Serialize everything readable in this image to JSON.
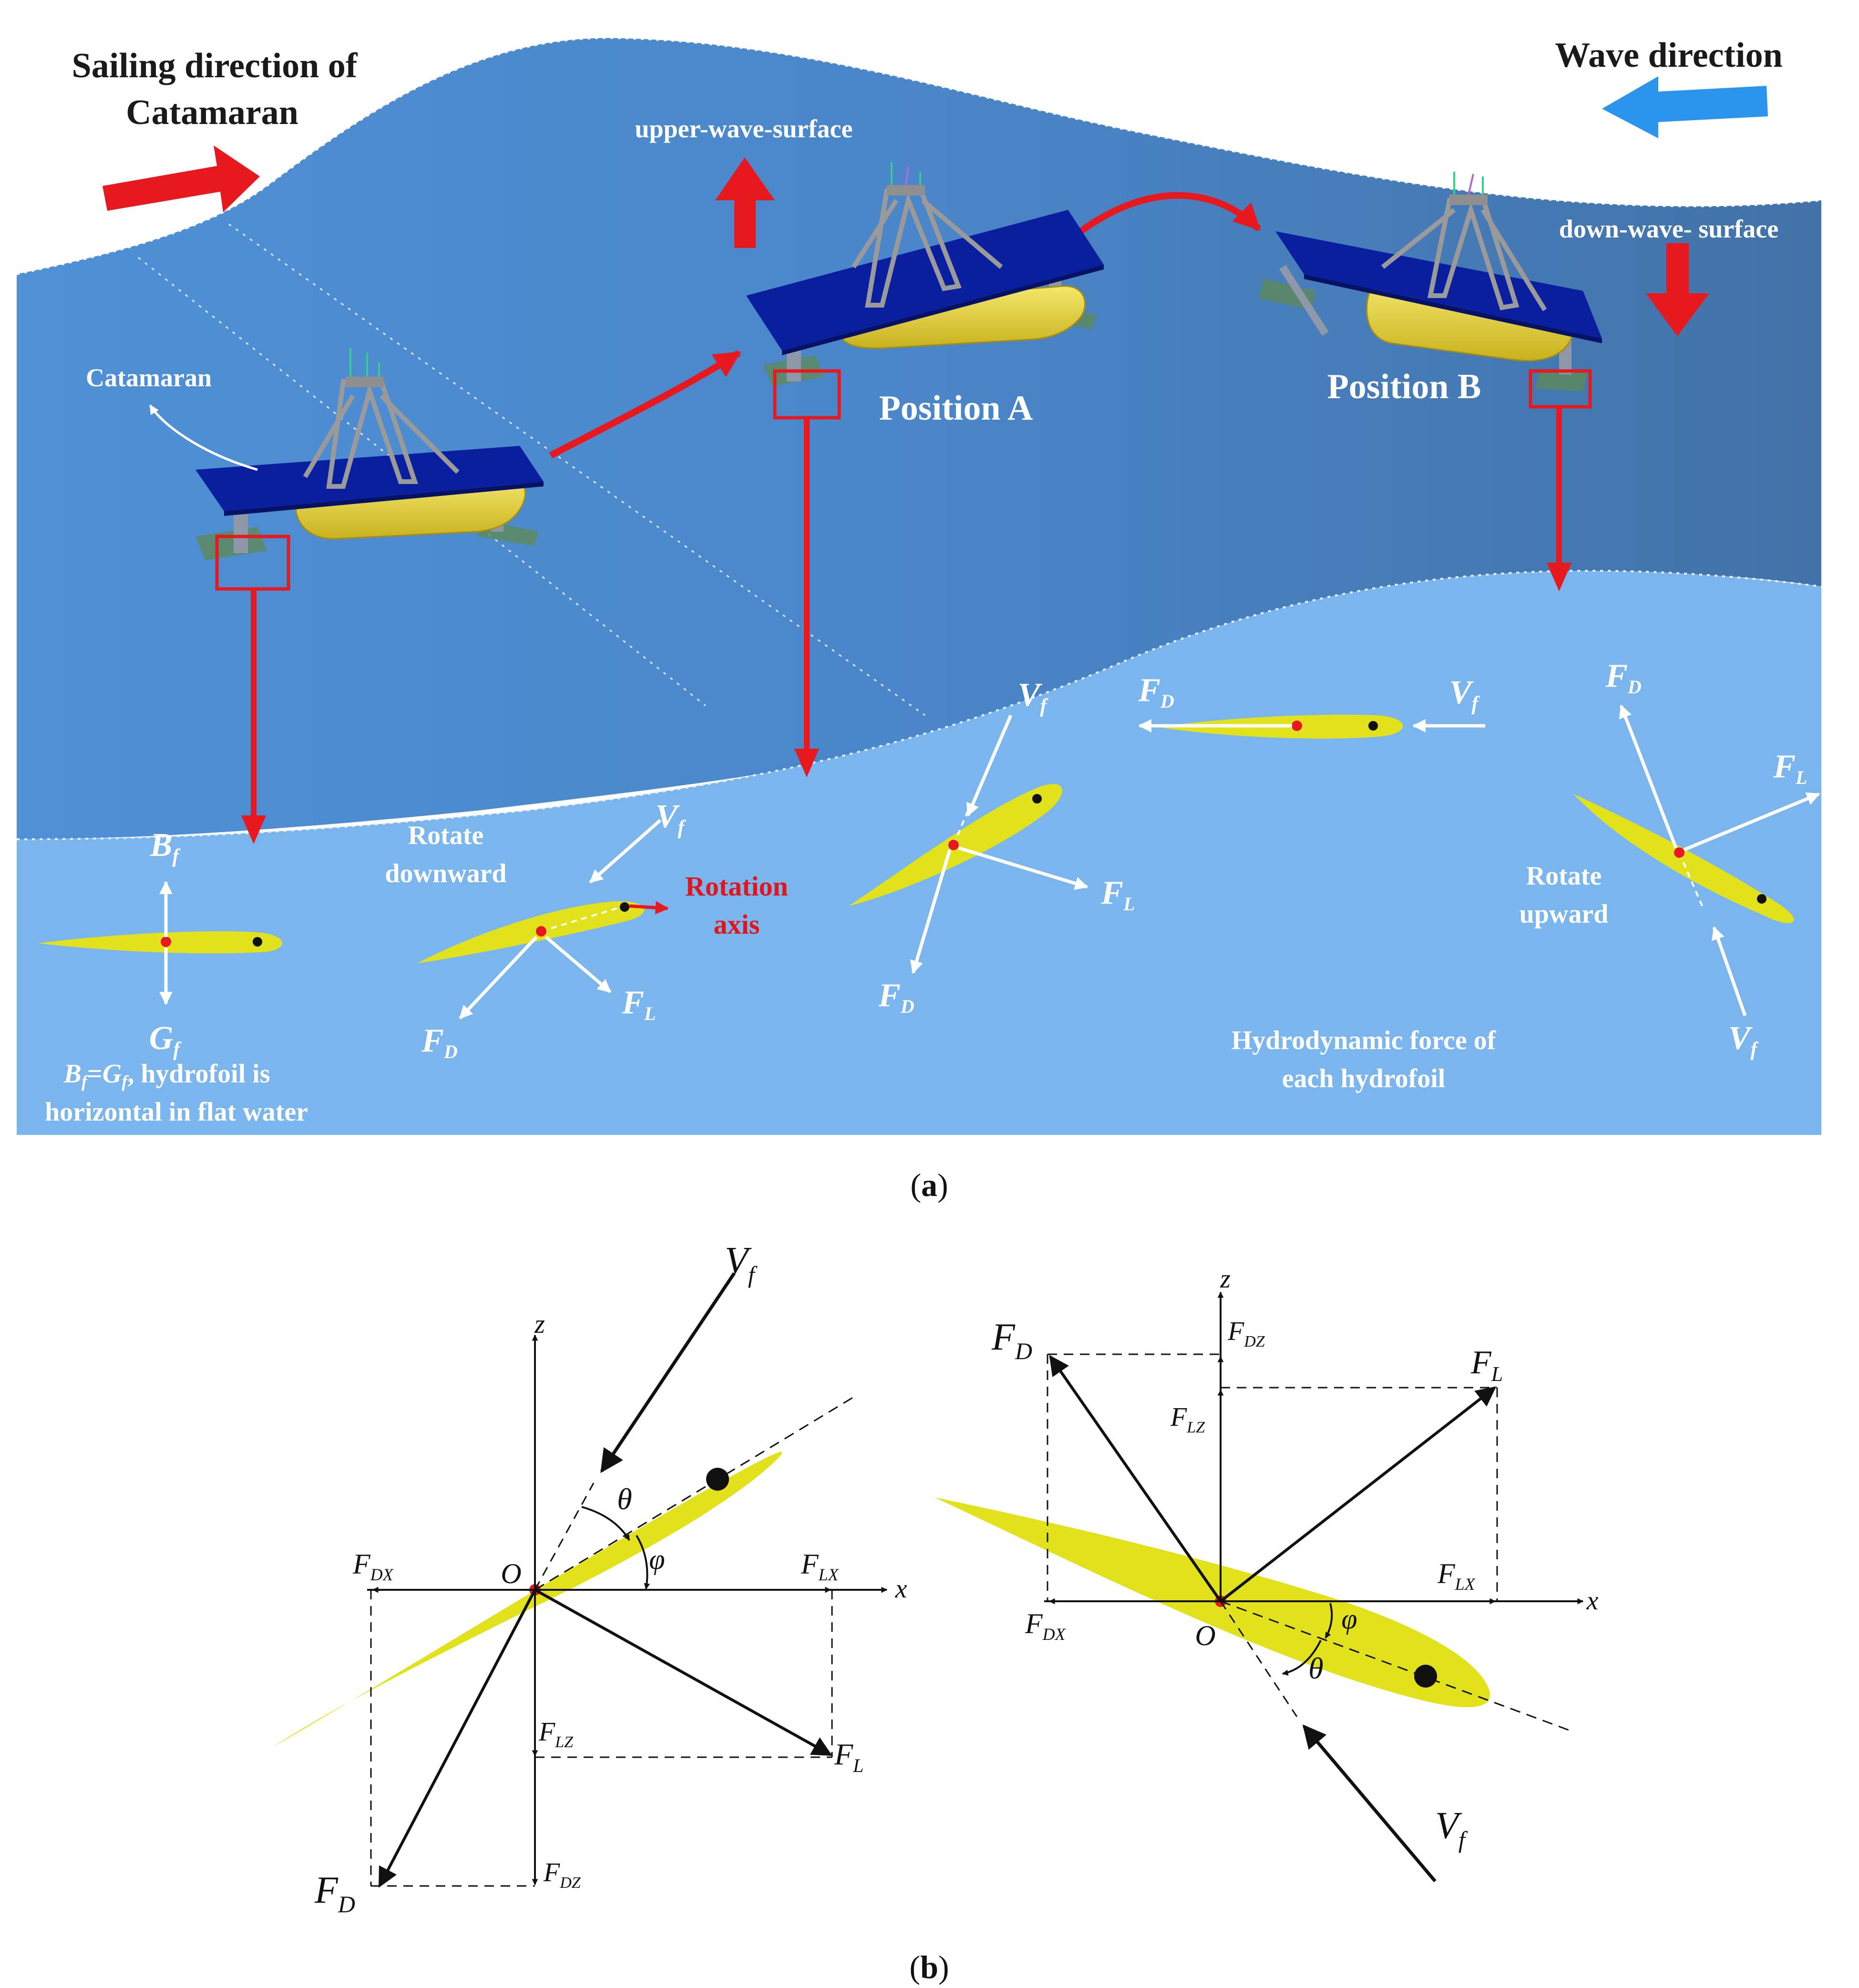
{
  "colors": {
    "water_back": "#4a86c8",
    "water_front": "#78b3ee",
    "arrow_red": "#e8191e",
    "arrow_blue": "#2b95ee",
    "deck": "#0a1ea0",
    "hull": "#ecd53a",
    "foil": "#e2e21c",
    "bg": "#ffffff"
  },
  "panel_a": {
    "sailing_line1": "Sailing direction of",
    "sailing_line2": "Catamaran",
    "wave_direction": "Wave direction",
    "upper_surface": "upper-wave-surface",
    "down_surface": "down-wave- surface",
    "catamaran": "Catamaran",
    "position_a": "Position A",
    "position_b": "Position B",
    "rotate_down_1": "Rotate",
    "rotate_down_2": "downward",
    "rotation_axis_1": "Rotation",
    "rotation_axis_2": "axis",
    "rotate_up_1": "Rotate",
    "rotate_up_2": "upward",
    "hydro_1": "Hydrodynamic force of",
    "hydro_2": "each hydrofoil",
    "flat_1_rest": ", hydrofoil is",
    "flat_2": "horizontal in flat water",
    "labels": {
      "B": "B",
      "G": "G",
      "V": "V",
      "F": "F",
      "f": "f",
      "D": "D",
      "L": "L",
      "eq": "="
    },
    "caption": "a"
  },
  "panel_b": {
    "axis_z": "z",
    "axis_x": "x",
    "origin": "O",
    "theta": "θ",
    "phi": "φ",
    "F": "F",
    "V": "V",
    "sub_f": "f",
    "sub_D": "D",
    "sub_L": "L",
    "sub_DX": "DX",
    "sub_DZ": "DZ",
    "sub_LX": "LX",
    "sub_LZ": "LZ",
    "caption": "b"
  }
}
